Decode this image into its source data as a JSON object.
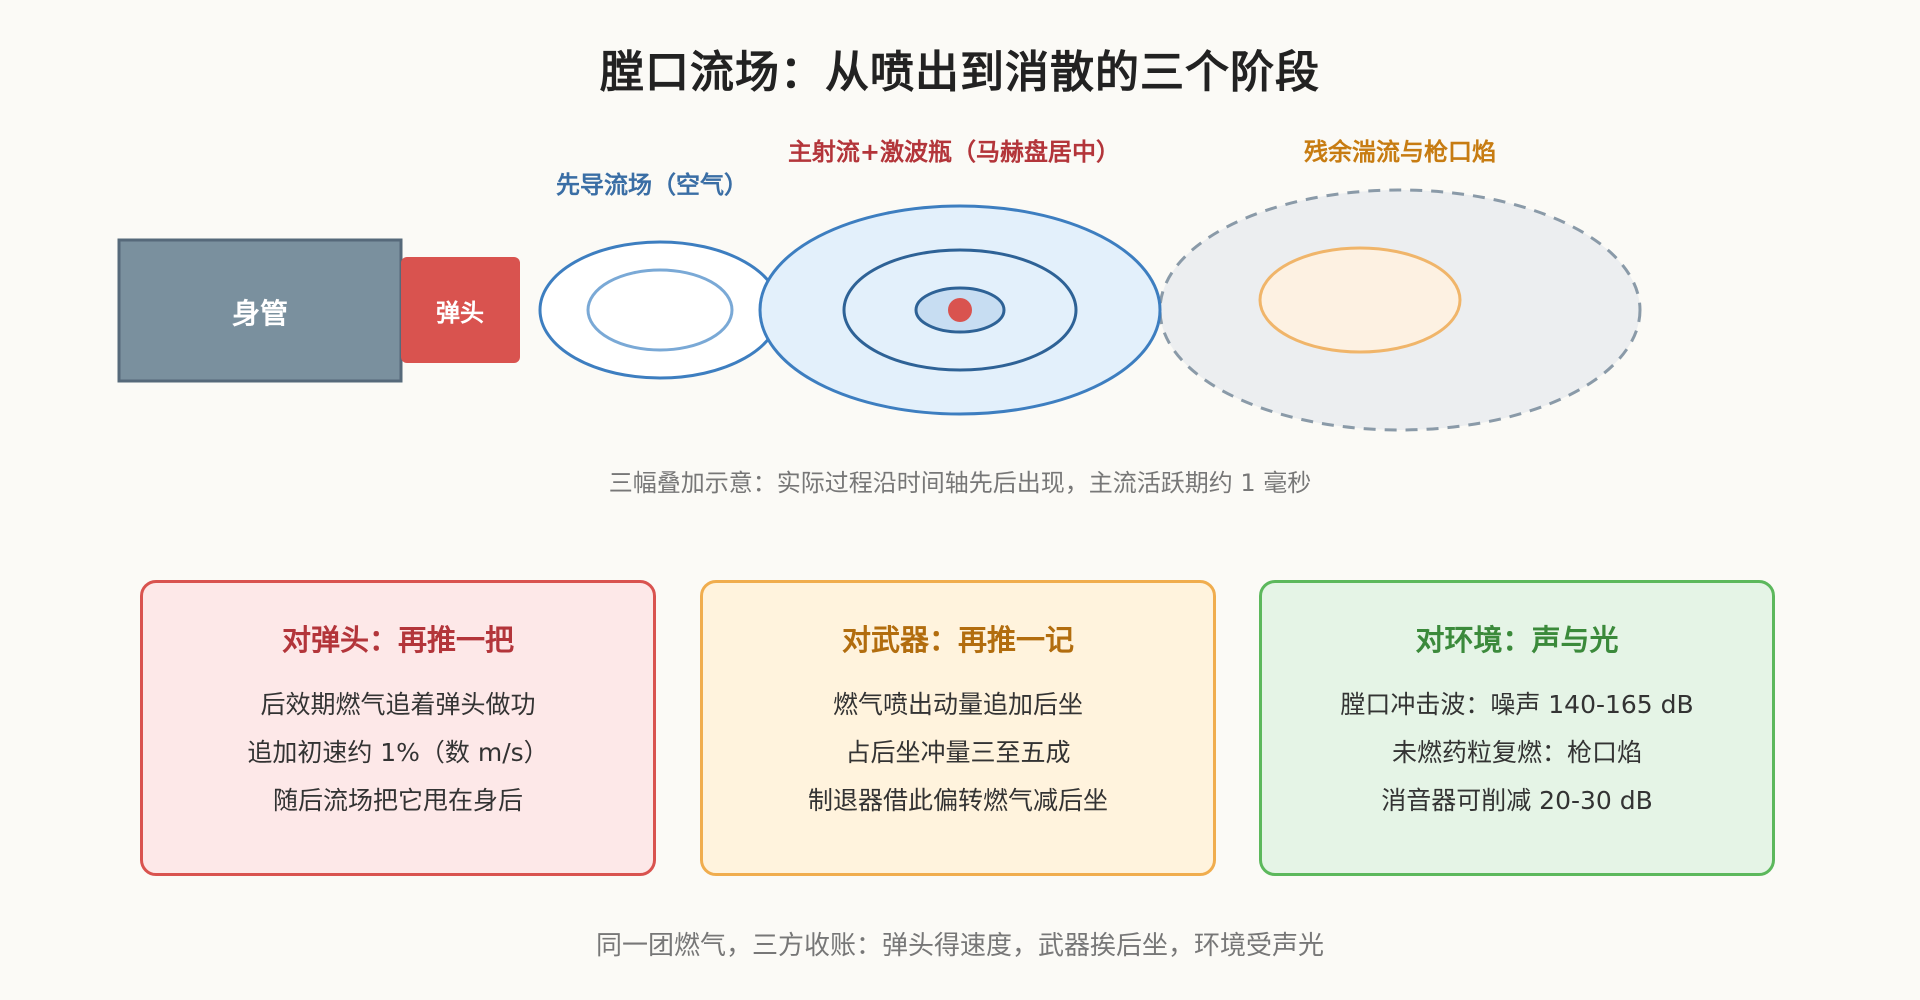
{
  "title": "膛口流场：从喷出到消散的三个阶段",
  "diagram": {
    "barrel_label": "身管",
    "bullet_label": "弹头",
    "stage1_label": "先导流场（空气）",
    "stage2_label": "主射流+激波瓶（马赫盘居中）",
    "stage3_label": "残余湍流与枪口焰",
    "caption": "三幅叠加示意：实际过程沿时间轴先后出现，主流活跃期约 1 毫秒"
  },
  "colors": {
    "barrel": "#7a909e",
    "bullet": "#d9534f",
    "stage1": "#3a6ea5",
    "stage2": "#b3353a",
    "stage3": "#c77c12"
  },
  "cards": [
    {
      "title": "对弹头：再推一把",
      "lines": [
        "后效期燃气追着弹头做功",
        "追加初速约 1%（数 m/s）",
        "随后流场把它甩在身后"
      ]
    },
    {
      "title": "对武器：再推一记",
      "lines": [
        "燃气喷出动量追加后坐",
        "占后坐冲量三至五成",
        "制退器借此偏转燃气减后坐"
      ]
    },
    {
      "title": "对环境：声与光",
      "lines": [
        "膛口冲击波：噪声 140-165 dB",
        "未燃药粒复燃：枪口焰",
        "消音器可削减 20-30 dB"
      ]
    }
  ],
  "footer": "同一团燃气，三方收账：弹头得速度，武器挨后坐，环境受声光"
}
